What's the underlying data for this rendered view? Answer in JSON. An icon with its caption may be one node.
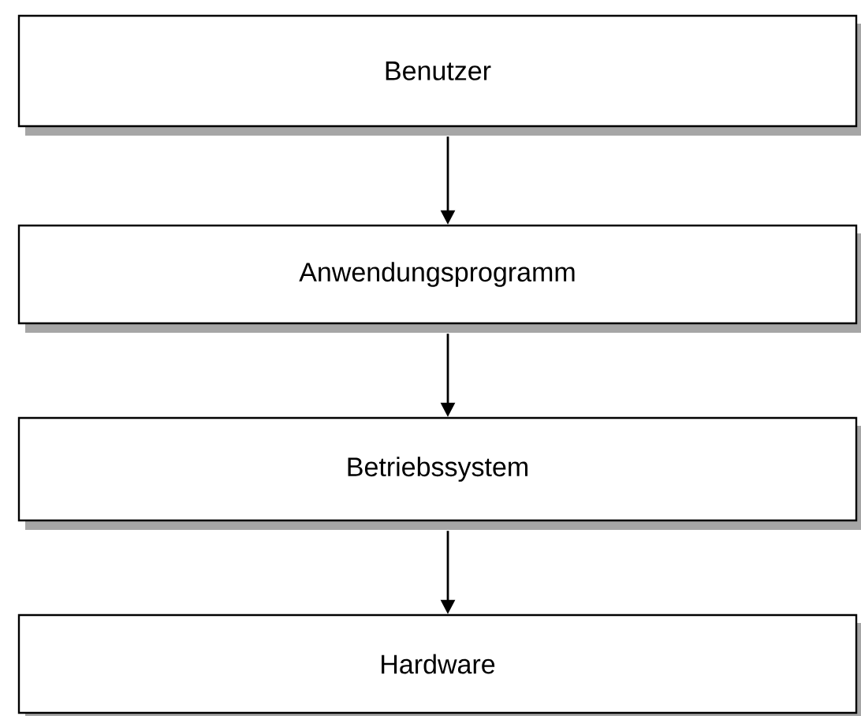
{
  "diagram": {
    "nodes": [
      {
        "text": [
          "Benutzer"
        ]
      },
      {
        "text": [
          "Anwendungsprogramm"
        ]
      },
      {
        "text": [
          "Betriebssystem"
        ]
      },
      {
        "text": [
          "Hardware"
        ]
      }
    ],
    "edges": [
      {
        "from": 0,
        "to": 1,
        "arrow": "to"
      },
      {
        "from": 1,
        "to": 2,
        "arrow": "to"
      },
      {
        "from": 2,
        "to": 3,
        "arrow": "to"
      }
    ]
  }
}
